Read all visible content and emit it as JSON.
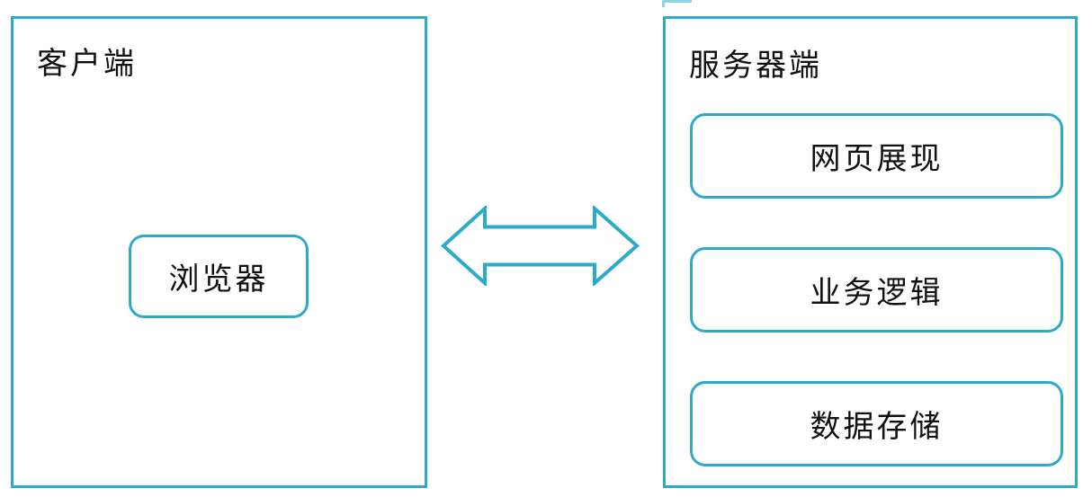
{
  "colors": {
    "border": "#2da9cb",
    "text": "#111111",
    "background": "#ffffff"
  },
  "client_panel": {
    "title": "客户端",
    "nodes": [
      {
        "label": "浏览器"
      }
    ]
  },
  "server_panel": {
    "title": "服务器端",
    "nodes": [
      {
        "label": "网页展现"
      },
      {
        "label": "业务逻辑"
      },
      {
        "label": "数据存储"
      }
    ]
  },
  "connector": {
    "type": "double-arrow",
    "direction": "bidirectional"
  }
}
